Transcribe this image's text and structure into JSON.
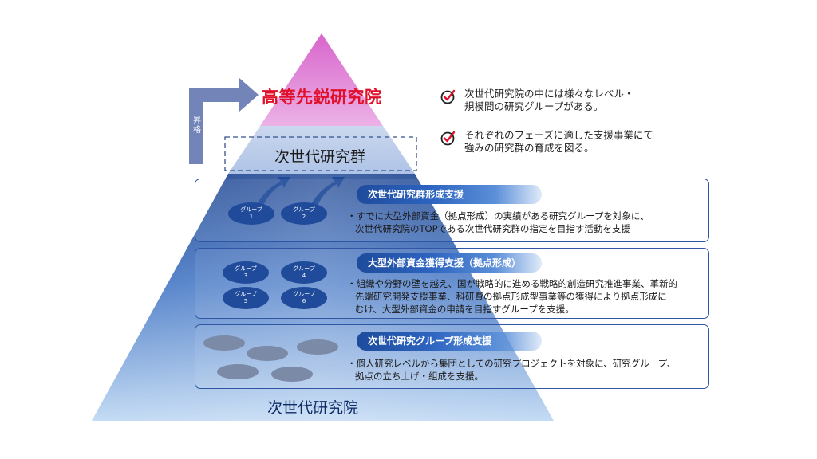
{
  "pyramid": {
    "top_title": "高等先鋭研究院",
    "middle_title": "次世代研究群",
    "base_title": "次世代研究院",
    "promotion_label": "昇格"
  },
  "bullets": [
    {
      "icon": "check-circle-icon",
      "lines": [
        "次世代研究院の中には様々なレベル・",
        "規模間の研究グループがある。"
      ]
    },
    {
      "icon": "check-circle-icon",
      "lines": [
        "それぞれのフェーズに適した支援事業にて",
        "強みの研究群の育成を図る。"
      ]
    }
  ],
  "panels": [
    {
      "title": "次世代研究群形成支援",
      "lines": [
        "・すでに大型外部資金（拠点形成）の実績がある研究グループを対象に、",
        "次世代研究院のTOPである次世代研究群の指定を目指す活動を支援"
      ]
    },
    {
      "title": "大型外部資金獲得支援（拠点形成）",
      "lines": [
        "・組織や分野の壁を越え、国が戦略的に進める戦略的創造研究推進事業、革新的",
        "先端研究開発支援事業、科研費の拠点形成型事業等の獲得により拠点形成に",
        "むけ、大型外部資金の申請を目指すグループを支援。"
      ]
    },
    {
      "title": "次世代研究グループ形成支援",
      "lines": [
        "・個人研究レベルから集団としての研究プロジェクトを対象に、研究グループ、",
        "拠点の立ち上げ・組成を支援。"
      ]
    }
  ],
  "groups": [
    {
      "label": "グループ",
      "number": "1"
    },
    {
      "label": "グループ",
      "number": "2"
    },
    {
      "label": "グループ",
      "number": "3"
    },
    {
      "label": "グループ",
      "number": "4"
    },
    {
      "label": "グループ",
      "number": "5"
    },
    {
      "label": "グループ",
      "number": "6"
    }
  ],
  "colors": {
    "top_tier_pink": "#e48fd8",
    "pyramid_blue": "#3e6fbf",
    "panel_border": "#2f55a4",
    "header_blue": "#1e4b9c",
    "accent_red": "#e0102a",
    "arrow_gray_blue": "#7385b8"
  }
}
